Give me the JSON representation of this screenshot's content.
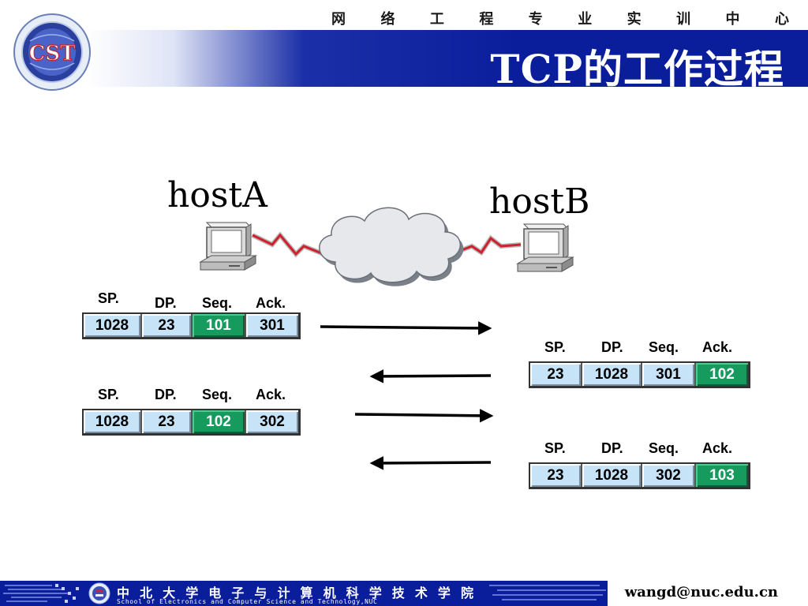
{
  "header": {
    "top_text_chars": [
      "网",
      "络",
      "工",
      "程",
      "专",
      "业",
      "实",
      "训",
      "中",
      "心"
    ],
    "title": "TCP的工作过程"
  },
  "logo": {
    "initials": "CST"
  },
  "hosts": {
    "a_label": "hostA",
    "b_label": "hostB"
  },
  "packet_columns": {
    "sp": "SP.",
    "dp": "DP.",
    "seq": "Seq.",
    "ack": "Ack."
  },
  "packets": [
    {
      "sp": "1028",
      "dp": "23",
      "seq": "101",
      "ack": "301",
      "highlight": "seq"
    },
    {
      "sp": "23",
      "dp": "1028",
      "seq": "301",
      "ack": "102",
      "highlight": "ack"
    },
    {
      "sp": "1028",
      "dp": "23",
      "seq": "102",
      "ack": "302",
      "highlight": "seq"
    },
    {
      "sp": "23",
      "dp": "1028",
      "seq": "302",
      "ack": "103",
      "highlight": "ack"
    }
  ],
  "arrows": [
    {
      "direction": "right"
    },
    {
      "direction": "left"
    },
    {
      "direction": "right"
    },
    {
      "direction": "left"
    }
  ],
  "footer": {
    "school_cn_chars": [
      "中",
      "北",
      "大",
      "学",
      "电",
      "子",
      "与",
      "计",
      "算",
      "机",
      "科",
      "学",
      "技",
      "术",
      "学",
      "院"
    ],
    "school_en": "School of Electronics and Computer Science and Technology,NUC",
    "email": "wangd@nuc.edu.cn"
  },
  "colors": {
    "header_blue": "#0a1e9c",
    "cell_blue": "#c6e3f7",
    "highlight_green": "#179a5e",
    "serial_red": "#d0202e"
  },
  "icons": [
    "computer-icon",
    "cloud-icon",
    "serial-link-icon",
    "logo-icon"
  ]
}
